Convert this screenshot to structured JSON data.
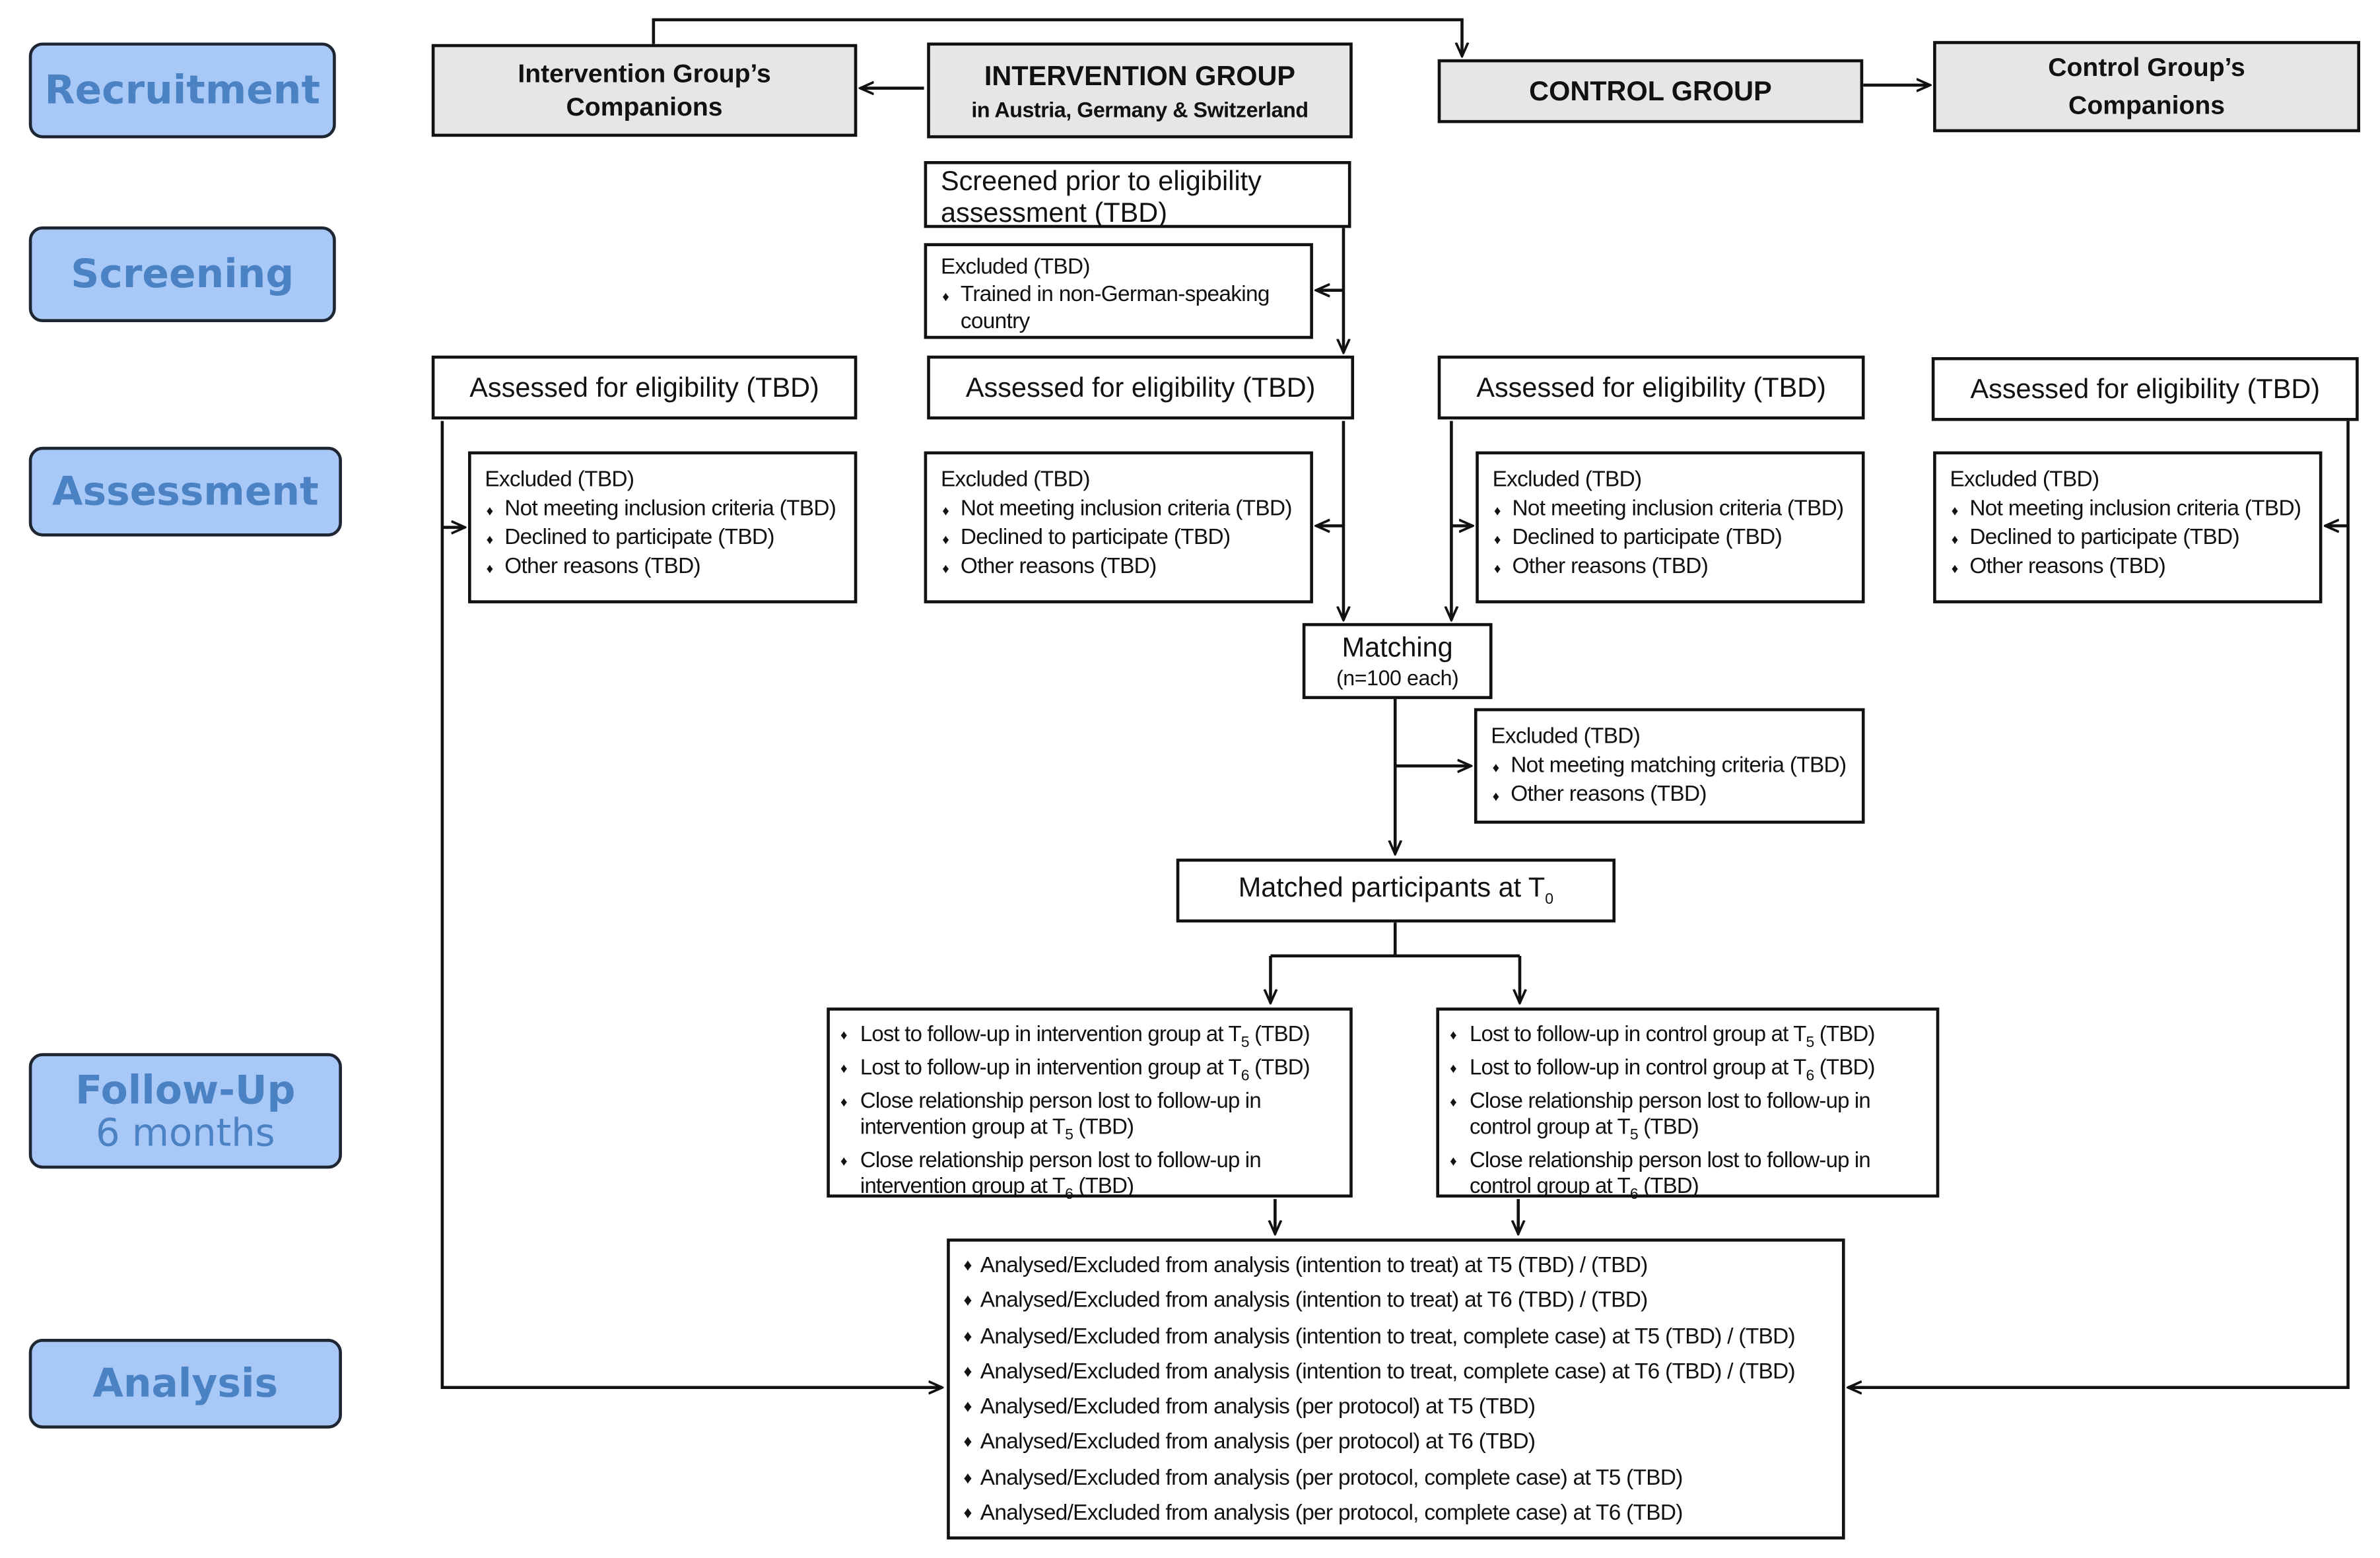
{
  "stages": {
    "recruitment": "Recruitment",
    "screening": "Screening",
    "assessment": "Assessment",
    "followup": "Follow-Up",
    "followup_sub": "6 months",
    "analysis": "Analysis"
  },
  "recruitment": {
    "ig_companions": [
      "Intervention Group’s",
      "Companions"
    ],
    "intervention_group": [
      "INTERVENTION GROUP",
      "in Austria, Germany & Switzerland"
    ],
    "control_group": "CONTROL GROUP",
    "cg_companions": [
      "Control Group’s",
      "Companions"
    ]
  },
  "screening": {
    "screened": [
      "Screened prior to eligibility",
      "assessment (TBD)"
    ],
    "excluded_title": "Excluded (TBD)",
    "excluded_items": [
      "Trained in non-German-speaking",
      "country"
    ]
  },
  "assessment": {
    "assessed_label": "Assessed for eligibility (TBD)",
    "excluded_title": "Excluded (TBD)",
    "excluded_items": [
      "Not meeting inclusion criteria (TBD)",
      "Declined to participate (TBD)",
      "Other reasons (TBD)"
    ]
  },
  "matching": {
    "title": "Matching",
    "n": "(n=100 each)",
    "excluded_title": "Excluded (TBD)",
    "excluded_items": [
      "Not meeting matching criteria (TBD)",
      "Other reasons (TBD)"
    ],
    "matched_label": "Matched participants at T",
    "matched_sub": "0"
  },
  "followup": {
    "intervention": {
      "l1a": "Lost to follow-up in intervention group at T",
      "l1s": "5",
      "l1b": " (TBD)",
      "l2a": "Lost to follow-up in intervention group at T",
      "l2s": "6",
      "l2b": " (TBD)",
      "l3": "Close relationship person lost to follow-up in",
      "l3ca": "intervention group at T",
      "l3cs": "5",
      "l3cb": " (TBD)",
      "l4": "Close relationship person lost to follow-up in",
      "l4ca": "intervention group at T",
      "l4cs": "6",
      "l4cb": " (TBD)"
    },
    "control": {
      "l1a": "Lost to follow-up in control group at T",
      "l1s": "5",
      "l1b": " (TBD)",
      "l2a": "Lost to follow-up in control group at T",
      "l2s": "6",
      "l2b": " (TBD)",
      "l3": "Close relationship person lost to follow-up in",
      "l3ca": "control group at T",
      "l3cs": "5",
      "l3cb": " (TBD)",
      "l4": "Close relationship person lost to follow-up in",
      "l4ca": "control group at T",
      "l4cs": "6",
      "l4cb": " (TBD)"
    }
  },
  "analysis": {
    "items": [
      "Analysed/Excluded from analysis (intention to treat) at T5 (TBD) / (TBD)",
      "Analysed/Excluded from analysis (intention to treat) at T6 (TBD) / (TBD)",
      "Analysed/Excluded from analysis (intention to treat, complete case) at T5 (TBD) / (TBD)",
      "Analysed/Excluded from analysis (intention to treat, complete case) at T6 (TBD) / (TBD)",
      "Analysed/Excluded from analysis (per protocol) at T5 (TBD)",
      "Analysed/Excluded from analysis (per protocol) at T6 (TBD)",
      "Analysed/Excluded from analysis (per protocol, complete case) at T5 (TBD)",
      "Analysed/Excluded from analysis (per protocol, complete case) at T6 (TBD)"
    ]
  },
  "colors": {
    "stage_fill": "#a8c8f8",
    "stage_text": "#4a82c3",
    "header_fill": "#e6e6e6",
    "line": "#111111"
  }
}
